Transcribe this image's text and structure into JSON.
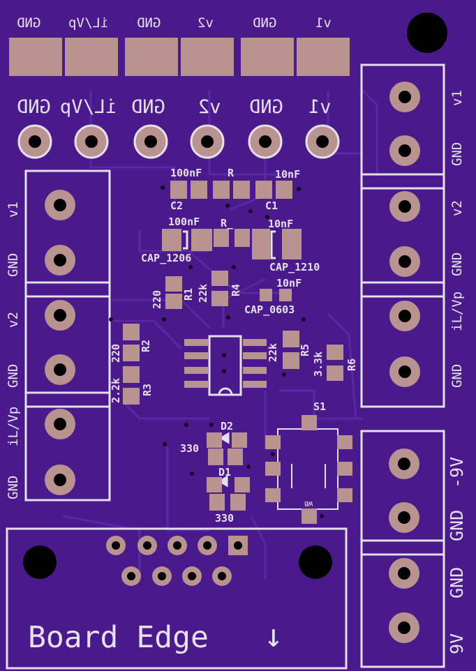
{
  "board": {
    "background": "#4a1a8c",
    "silk_color": "#e6e0ee",
    "copper_color": "#b9938f",
    "edge_label": "Board Edge",
    "edge_arrow": "↓"
  },
  "top_labels": {
    "row1": [
      "GND",
      "iL/Vp",
      "GND",
      "v2",
      "GND",
      "v1"
    ],
    "row2": [
      "GND",
      "iL/Vp",
      "GND",
      "v2",
      "GND",
      "v1"
    ]
  },
  "left_terminal_labels": [
    "v1",
    "GND",
    "v2",
    "GND",
    "iL/Vp",
    "GND"
  ],
  "right_terminal_labels": [
    "v1",
    "GND",
    "v2",
    "GND",
    "iL/Vp",
    "GND"
  ],
  "power_labels": [
    "-9V",
    "GND",
    "GND",
    "9V"
  ],
  "components": {
    "c2_value": "100nF",
    "r_top": "R",
    "c1_value": "10nF",
    "c2": "C2",
    "c1": "C1",
    "cap1206_value": "100nF",
    "r_mid": "R_",
    "cap1210_value": "10nF",
    "cap1206": "CAP_1206",
    "cap1210": "CAP_1210",
    "r1": "R1",
    "r1_value": "220",
    "r4": "R4",
    "r4_value": "22k",
    "cap0603_value": "10nF",
    "cap0603": "CAP_0603",
    "r2": "R2",
    "r2_value": "220",
    "r3": "R3",
    "r3_value": "2.2k",
    "r5": "R5",
    "r5_value": "22k",
    "r6": "R6",
    "r6_value": "3.3k",
    "d2": "D2",
    "d1": "D1",
    "r_led1": "330",
    "r_led2": "330",
    "s1": "S1",
    "s1_mark": "WB"
  }
}
